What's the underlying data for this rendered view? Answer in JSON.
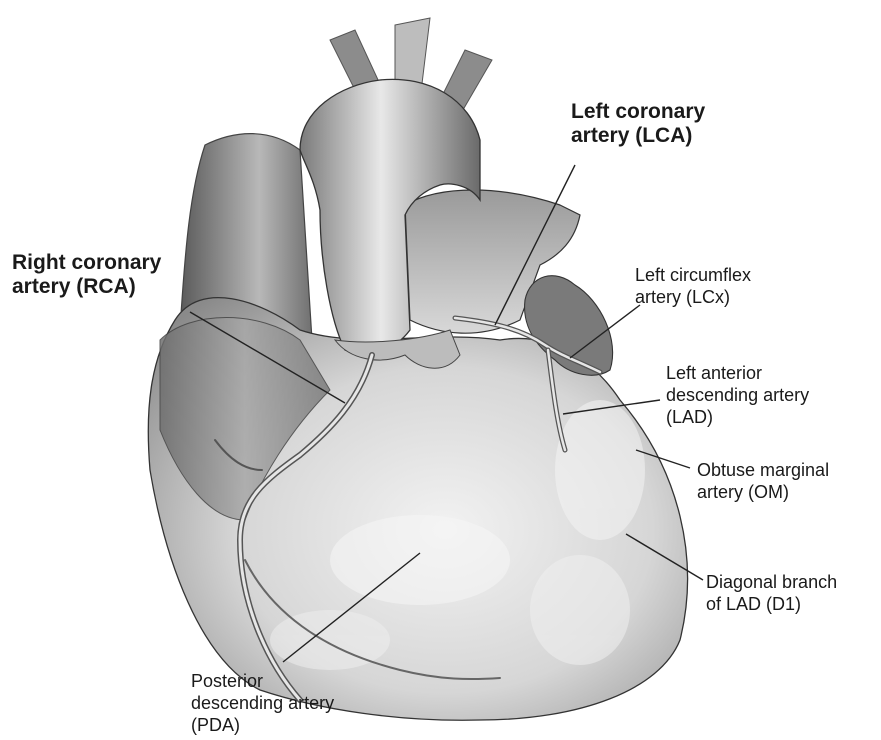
{
  "labels": {
    "lca": [
      "Left coronary",
      "artery (LCA)"
    ],
    "rca": [
      "Right coronary",
      "artery (RCA)"
    ],
    "lcx": [
      "Left circumflex",
      "artery (LCx)"
    ],
    "lad": [
      "Left anterior",
      "descending artery",
      "(LAD)"
    ],
    "om": [
      "Obtuse marginal",
      "artery (OM)"
    ],
    "d1": [
      "Diagonal branch",
      "of LAD (D1)"
    ],
    "pda": [
      "Posterior",
      "descending artery",
      "(PDA)"
    ]
  }
}
